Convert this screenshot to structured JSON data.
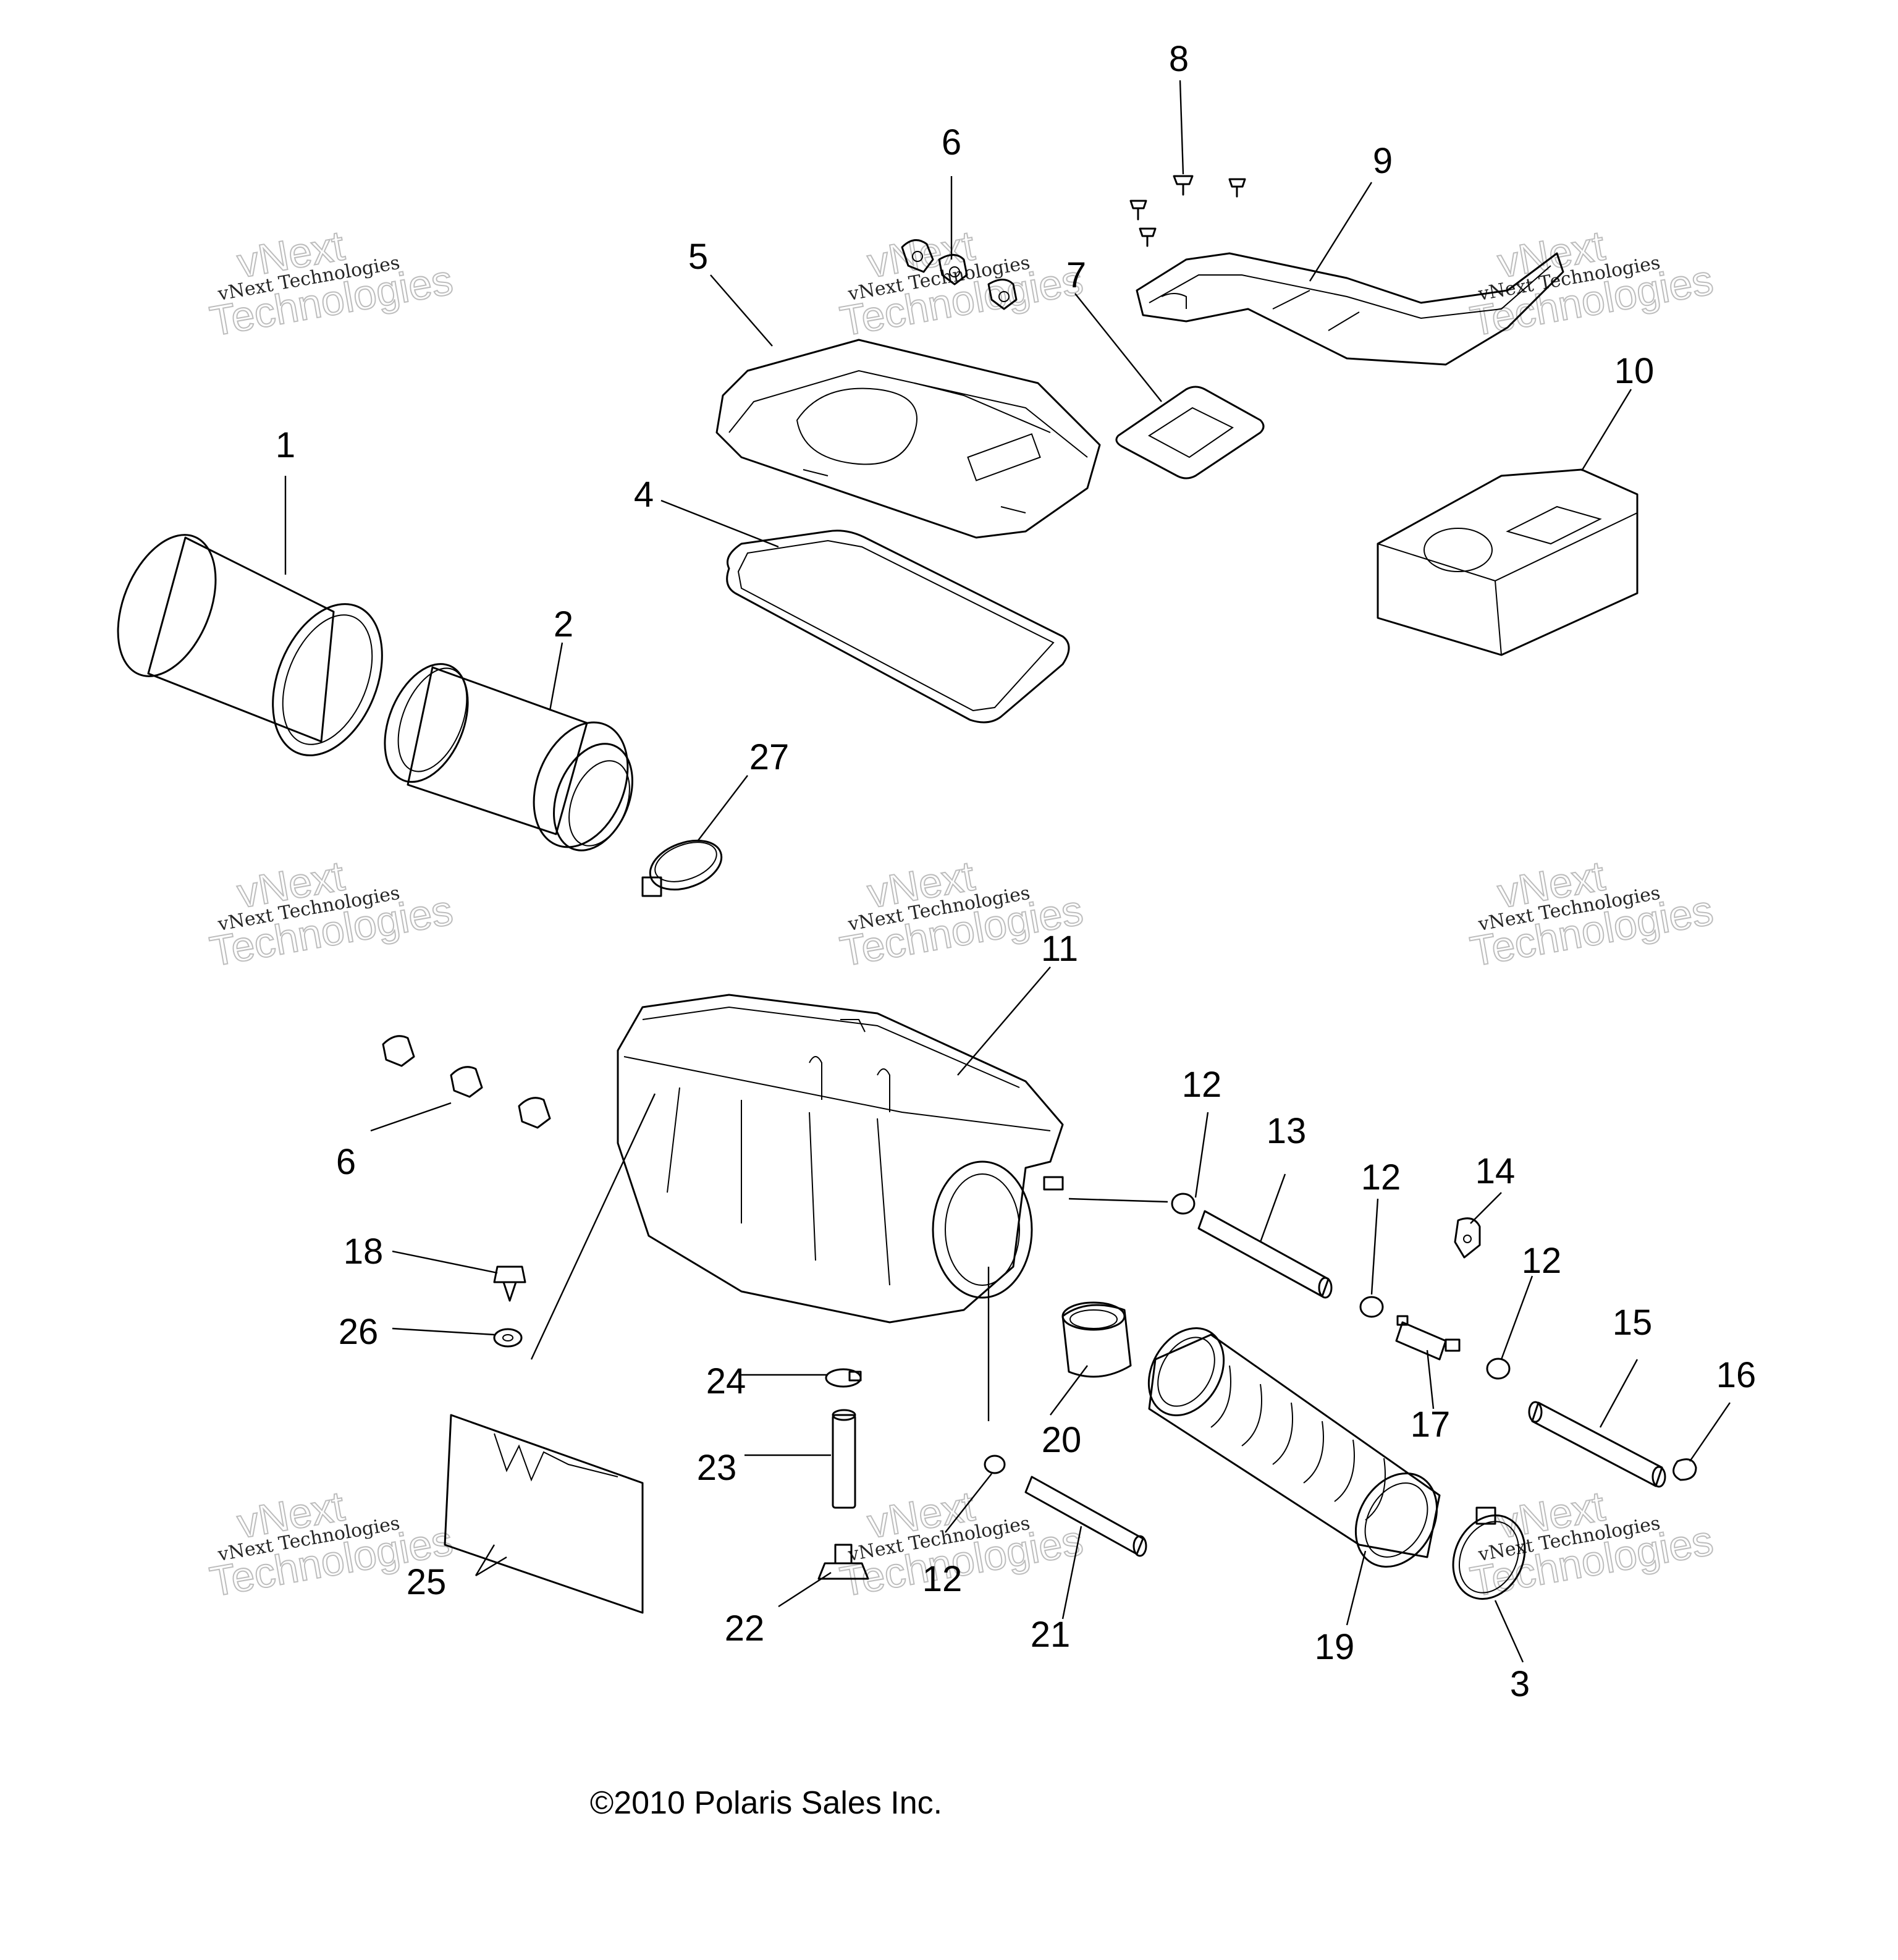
{
  "callouts": [
    {
      "id": "c1",
      "label": "1"
    },
    {
      "id": "c2",
      "label": "2"
    },
    {
      "id": "c3",
      "label": "3"
    },
    {
      "id": "c4",
      "label": "4"
    },
    {
      "id": "c5",
      "label": "5"
    },
    {
      "id": "c6a",
      "label": "6"
    },
    {
      "id": "c6b",
      "label": "6"
    },
    {
      "id": "c7",
      "label": "7"
    },
    {
      "id": "c8",
      "label": "8"
    },
    {
      "id": "c9",
      "label": "9"
    },
    {
      "id": "c10",
      "label": "10"
    },
    {
      "id": "c11",
      "label": "11"
    },
    {
      "id": "c12a",
      "label": "12"
    },
    {
      "id": "c12b",
      "label": "12"
    },
    {
      "id": "c12c",
      "label": "12"
    },
    {
      "id": "c12d",
      "label": "12"
    },
    {
      "id": "c13",
      "label": "13"
    },
    {
      "id": "c14",
      "label": "14"
    },
    {
      "id": "c15",
      "label": "15"
    },
    {
      "id": "c16",
      "label": "16"
    },
    {
      "id": "c17",
      "label": "17"
    },
    {
      "id": "c18",
      "label": "18"
    },
    {
      "id": "c19",
      "label": "19"
    },
    {
      "id": "c20",
      "label": "20"
    },
    {
      "id": "c21",
      "label": "21"
    },
    {
      "id": "c22",
      "label": "22"
    },
    {
      "id": "c23",
      "label": "23"
    },
    {
      "id": "c24",
      "label": "24"
    },
    {
      "id": "c25",
      "label": "25"
    },
    {
      "id": "c26",
      "label": "26"
    },
    {
      "id": "c27",
      "label": "27"
    }
  ],
  "watermark": {
    "line1": "vNext",
    "line2": "vNext Technologies",
    "line3": "Technologies"
  },
  "copyright": "©2010 Polaris Sales Inc."
}
